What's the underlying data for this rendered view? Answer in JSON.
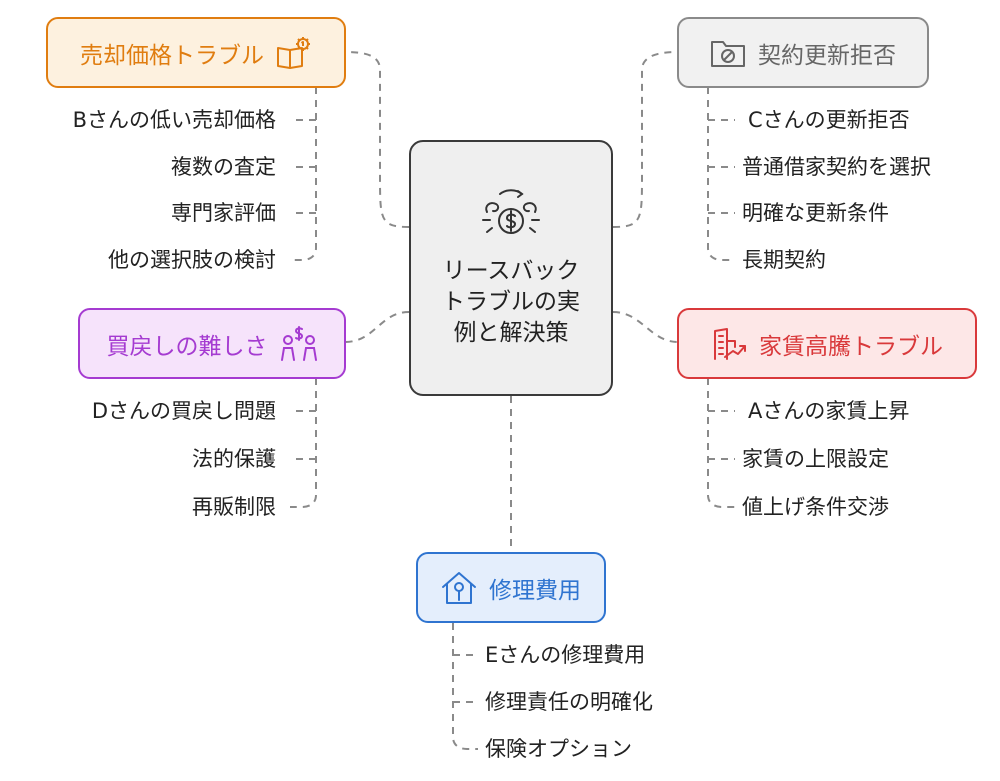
{
  "center": {
    "title": "リースバックトラブルの実例と解決策",
    "icon": "money-cycle-icon"
  },
  "topics": {
    "sale": {
      "label": "売却価格トラブル",
      "icon": "open-book-gear-icon",
      "color": "#e07d10",
      "bg": "#fdf1df",
      "items": [
        "Bさんの低い売却価格",
        "複数の査定",
        "専門家評価",
        "他の選択肢の検討"
      ]
    },
    "buyback": {
      "label": "買戻しの難しさ",
      "icon": "people-money-icon",
      "color": "#a53bd1",
      "bg": "#f6e3fb",
      "items": [
        "Dさんの買戻し問題",
        "法的保護",
        "再販制限"
      ]
    },
    "renewal": {
      "label": "契約更新拒否",
      "icon": "folder-denied-icon",
      "color": "#8a8a8a",
      "bg": "#f1f1f1",
      "items": [
        "Cさんの更新拒否",
        "普通借家契約を選択",
        "明確な更新条件",
        "長期契約"
      ]
    },
    "rent": {
      "label": "家賃高騰トラブル",
      "icon": "building-rising-icon",
      "color": "#d9393b",
      "bg": "#fde7e7",
      "items": [
        "Aさんの家賃上昇",
        "家賃の上限設定",
        "値上げ条件交渉"
      ]
    },
    "repair": {
      "label": "修理費用",
      "icon": "house-wrench-icon",
      "color": "#2f74d0",
      "bg": "#e4eefc",
      "items": [
        "Eさんの修理費用",
        "修理責任の明確化",
        "保険オプション"
      ]
    }
  }
}
